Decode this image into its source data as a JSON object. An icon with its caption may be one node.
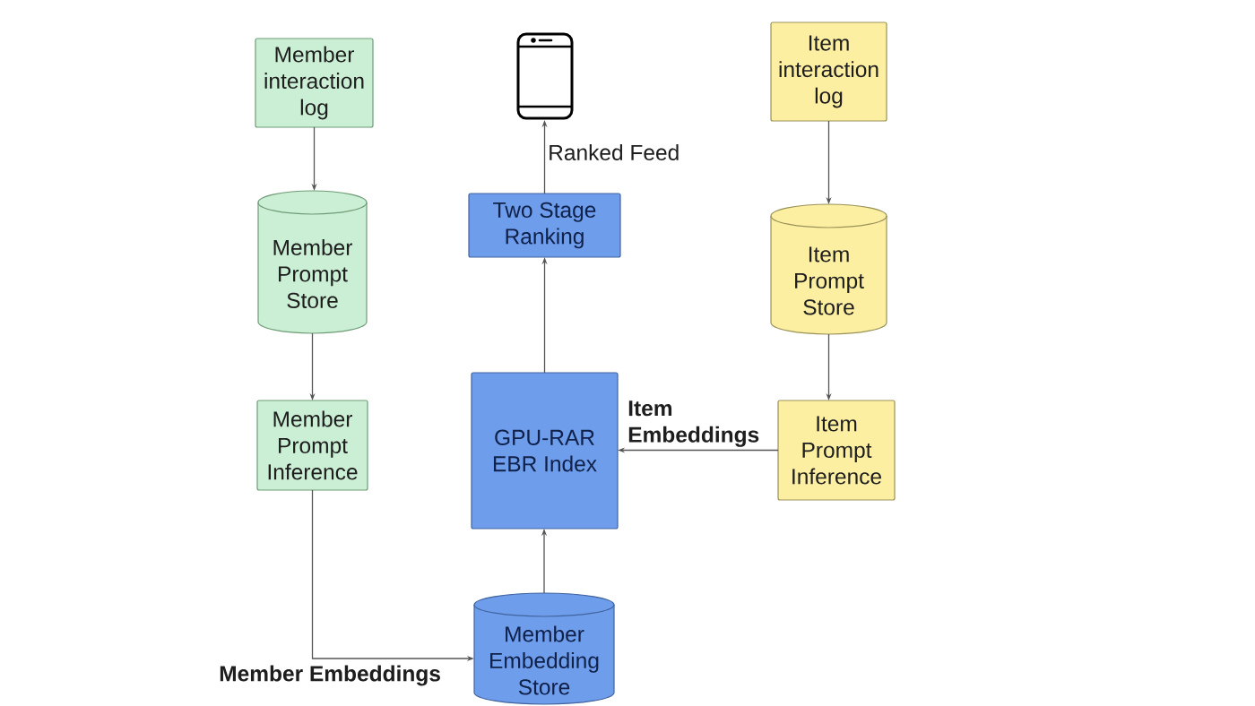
{
  "diagram": {
    "nodes": [
      {
        "text": [
          "Member interaction log"
        ]
      },
      {
        "text": [
          "Member Prompt Store"
        ]
      },
      {
        "text": [
          "Member Prompt Inference"
        ]
      },
      {
        "text": [],
        "shape": "picture"
      },
      {
        "text": [
          "Two Stage Ranking"
        ]
      },
      {
        "text": [
          "GPU-RAR EBR Index"
        ]
      },
      {
        "text": [
          "Member Embedding Store"
        ]
      },
      {
        "text": [
          "Item interaction log"
        ]
      },
      {
        "text": [
          "Item Prompt Store"
        ]
      },
      {
        "text": [
          "Item Prompt Inference"
        ]
      }
    ],
    "edges": [
      {
        "from": 0,
        "to": 1,
        "arrow": "to"
      },
      {
        "from": 1,
        "to": 2,
        "arrow": "to"
      },
      {
        "from": 2,
        "to": 6,
        "arrow": "to",
        "label": "Member Embeddings"
      },
      {
        "from": 6,
        "to": 5,
        "arrow": "to"
      },
      {
        "from": 5,
        "to": 4,
        "arrow": "to"
      },
      {
        "from": 4,
        "to": 3,
        "arrow": "to",
        "label": "Ranked Feed"
      },
      {
        "from": 7,
        "to": 8,
        "arrow": "to"
      },
      {
        "from": 8,
        "to": 9,
        "arrow": "to"
      },
      {
        "from": 9,
        "to": 5,
        "arrow": "to",
        "label": "Item Embeddings"
      }
    ]
  }
}
